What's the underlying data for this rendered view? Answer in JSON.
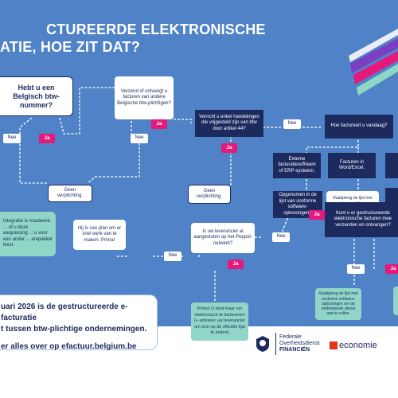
{
  "title_line1": "CTUREERDE ELEKTRONISCHE",
  "title_line2": "ATIE, HOE ZIT DAT?",
  "boxes": {
    "belgisch_btw": "Hebt u een Belgisch btw-nummer?",
    "verzend": "Verzend of ontvangt u facturen van andere Belgische btw-plichtigen?",
    "vrijgesteld": "Verricht u enkel handelingen die vrijgesteld zijn van btw door artikel 44?",
    "hoe_factureert": "Hoe factureert u vandaag?",
    "extern": "Externe facturatiesoftware of ERP-systeem.",
    "word_excel": "Facturen in Word/Excel.",
    "opgenomen": "Opgenomen in de lijst van conforme software-oplossingen?",
    "raadpleeg": "Raadpleeg de lijst met conforme software-oplossingen en kies de oplossing die het beste aansluit bij uw behoeften.",
    "kunt_u": "Kunt u er gestructureerde elektronische facturen mee verzenden en ontvangen?",
    "leverancier": "Is uw leverancier al aangesloten op het Peppol-netwerk?",
    "hij_is": "Hij is van plan om er snel werk van te maken. Prima!",
    "integratie": "Integratie is maatwerk. ... of u deze aanpassing ... u voor een ander ... arepakket kiest.",
    "prima": "Prima! U bent klaar om elektronisch te factureren! (+ adviseer uw leverancier om zich op de officiële lijst te zetten)",
    "raadpleeg2": "Raadpleeg de lijst met conforme software-oplossingen om de ontbrekende dienst aan te vullen."
  },
  "labels": {
    "nee": "Nee",
    "ja": "Ja",
    "geen_verplichting": "Geen verplichting."
  },
  "note": {
    "line1": "uari 2026 is de gestructureerde e-facturatie",
    "line2": "t tussen btw-plichtige ondernemingen.",
    "line3": "er alles over op efactuur.belgium.be"
  },
  "logos": {
    "federale_line1": "Federale",
    "federale_line2": "Overheidsdienst",
    "federale_line3": "FINANCIËN",
    "economie": "economie"
  },
  "colors": {
    "background": "#4f82c6",
    "navy": "#1c2a5e",
    "pink": "#e5197c",
    "teal": "#8fd6c6",
    "purple": "#7b3fc4"
  }
}
